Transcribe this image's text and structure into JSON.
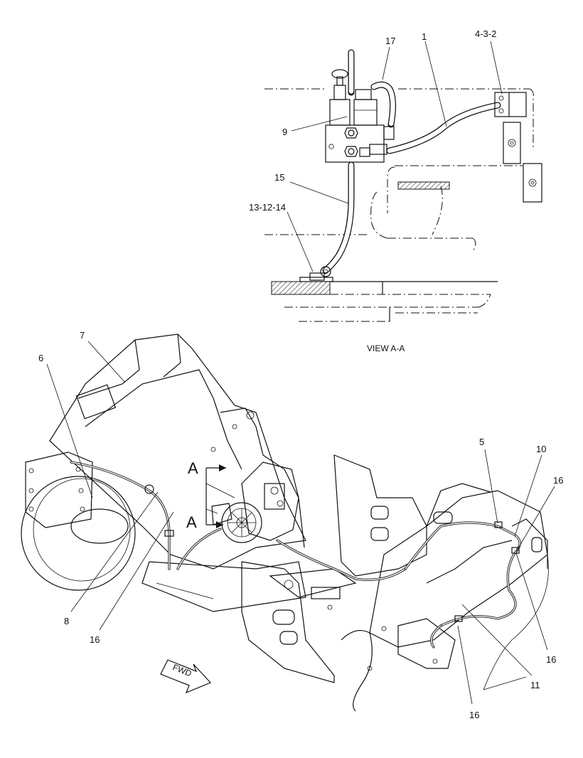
{
  "view_label": "VIEW  A-A",
  "section_marks": {
    "upper": "A",
    "lower": "A"
  },
  "forward_arrow": {
    "label": "FWD"
  },
  "callouts": {
    "c17": "17",
    "c1": "1",
    "c432": "4-3-2",
    "c9": "9",
    "c15": "15",
    "c131214": "13-12-14",
    "c7": "7",
    "c6": "6",
    "c8": "8",
    "c16_left": "16",
    "c5": "5",
    "c10": "10",
    "c16_right_top": "16",
    "c16_right_mid": "16",
    "c11": "11",
    "c16_bottom": "16"
  }
}
